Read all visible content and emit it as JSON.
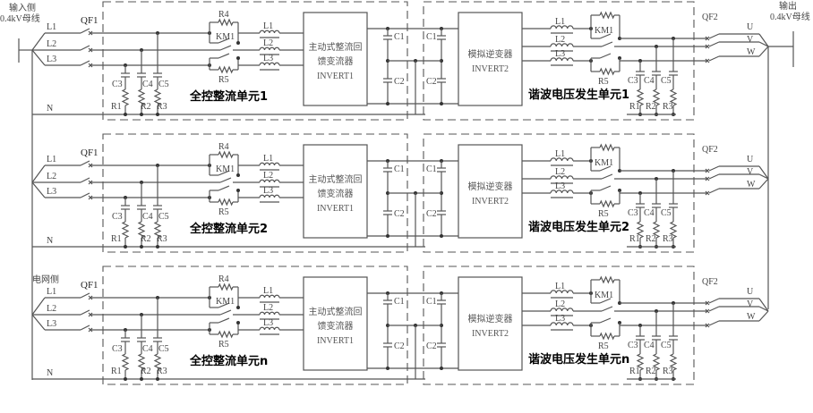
{
  "input": {
    "side_label": "输入侧",
    "bus_label": "0.4kV母线",
    "grid_side_label": "电网侧"
  },
  "output": {
    "side_label": "输出",
    "bus_label": "0.4kV母线",
    "phases": [
      "U",
      "V",
      "W"
    ],
    "breaker": "QF2"
  },
  "phases_in": [
    "L1",
    "L2",
    "L3"
  ],
  "neutral": "N",
  "breaker_in": "QF1",
  "components": {
    "R4": "R4",
    "R5": "R5",
    "KM1": "KM1",
    "inductors": [
      "L1",
      "L2",
      "L3"
    ],
    "filter_caps": [
      "C3",
      "C4",
      "C5"
    ],
    "filter_res": [
      "R1",
      "R2",
      "R3"
    ],
    "dc_caps": [
      "C1",
      "C2"
    ]
  },
  "rectifier_box": [
    "主动式整流回",
    "馈变流器",
    "INVERT1"
  ],
  "inverter_box": [
    "模拟逆变器",
    "INVERT2"
  ],
  "units": [
    {
      "rectifier_title": "全控整流单元1",
      "generator_title": "谐波电压发生单元1"
    },
    {
      "rectifier_title": "全控整流单元2",
      "generator_title": "谐波电压发生单元2"
    },
    {
      "rectifier_title": "全控整流单元n",
      "generator_title": "谐波电压发生单元n"
    }
  ]
}
